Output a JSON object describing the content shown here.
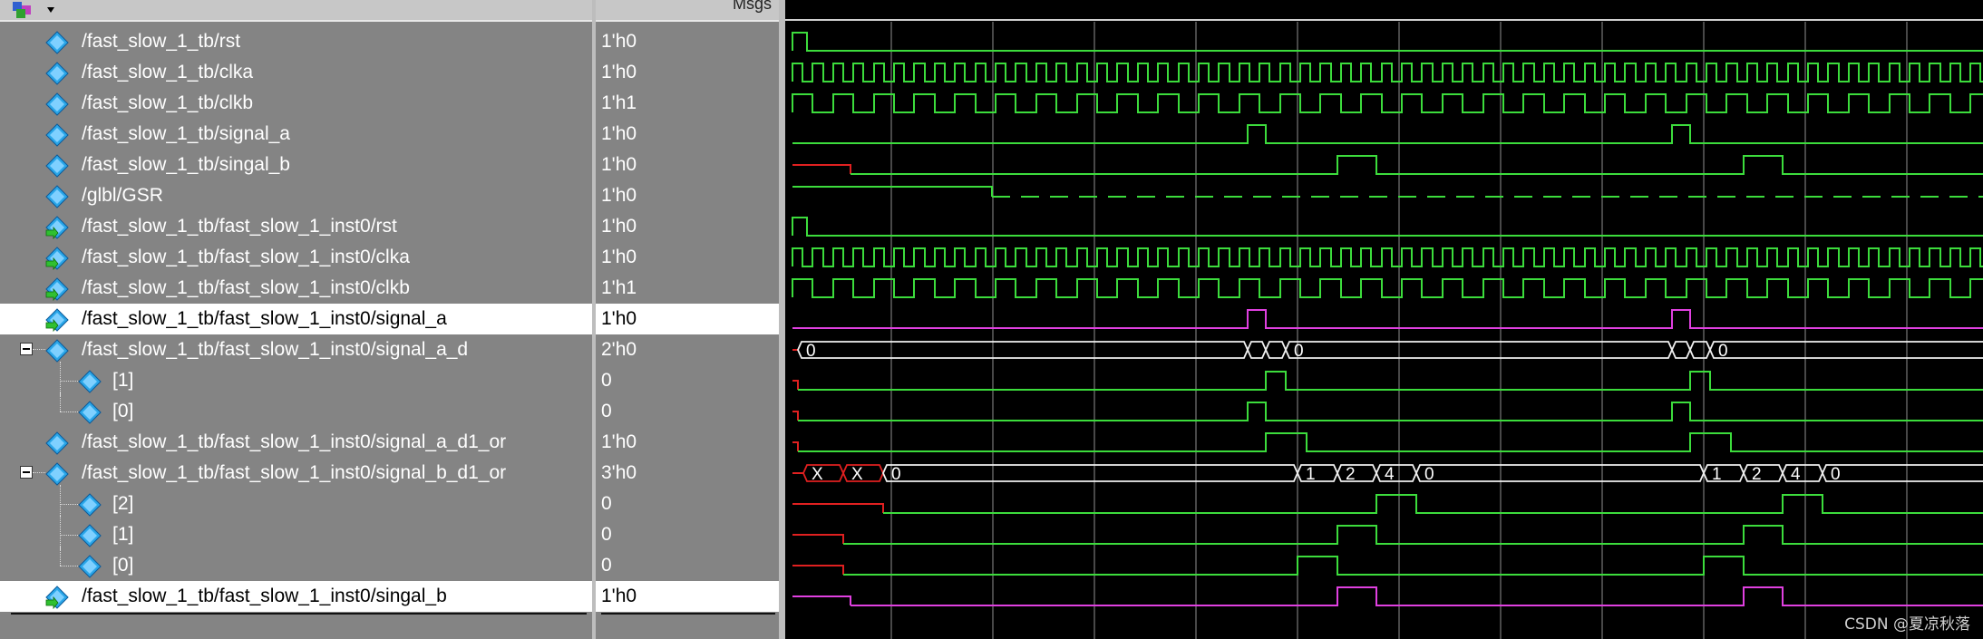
{
  "header": {
    "msgs_label": "Msgs"
  },
  "signals": [
    {
      "name": "/fast_slow_1_tb/rst",
      "value": "1'h0",
      "icon": "input-signal-icon"
    },
    {
      "name": "/fast_slow_1_tb/clka",
      "value": "1'h0",
      "icon": "input-signal-icon"
    },
    {
      "name": "/fast_slow_1_tb/clkb",
      "value": "1'h1",
      "icon": "input-signal-icon"
    },
    {
      "name": "/fast_slow_1_tb/signal_a",
      "value": "1'h0",
      "icon": "input-signal-icon"
    },
    {
      "name": "/fast_slow_1_tb/singal_b",
      "value": "1'h0",
      "icon": "input-signal-icon"
    },
    {
      "name": "/glbl/GSR",
      "value": "1'h0",
      "icon": "input-signal-icon"
    },
    {
      "name": "/fast_slow_1_tb/fast_slow_1_inst0/rst",
      "value": "1'h0",
      "icon": "port-in-icon"
    },
    {
      "name": "/fast_slow_1_tb/fast_slow_1_inst0/clka",
      "value": "1'h0",
      "icon": "port-in-icon"
    },
    {
      "name": "/fast_slow_1_tb/fast_slow_1_inst0/clkb",
      "value": "1'h1",
      "icon": "port-in-icon"
    },
    {
      "name": "/fast_slow_1_tb/fast_slow_1_inst0/signal_a",
      "value": "1'h0",
      "icon": "port-out-icon",
      "selected": true
    },
    {
      "name": "/fast_slow_1_tb/fast_slow_1_inst0/signal_a_d",
      "value": "2'h0",
      "icon": "register-icon",
      "expanded": true
    },
    {
      "name": "[1]",
      "value": "0",
      "icon": "register-icon",
      "child": true
    },
    {
      "name": "[0]",
      "value": "0",
      "icon": "register-icon",
      "child": true,
      "last": true
    },
    {
      "name": "/fast_slow_1_tb/fast_slow_1_inst0/signal_a_d1_or",
      "value": "1'h0",
      "icon": "register-icon"
    },
    {
      "name": "/fast_slow_1_tb/fast_slow_1_inst0/signal_b_d1_or",
      "value": "3'h0",
      "icon": "register-icon",
      "expanded": true
    },
    {
      "name": "[2]",
      "value": "0",
      "icon": "register-icon",
      "child": true
    },
    {
      "name": "[1]",
      "value": "0",
      "icon": "register-icon",
      "child": true
    },
    {
      "name": "[0]",
      "value": "0",
      "icon": "register-icon",
      "child": true,
      "last": true
    },
    {
      "name": "/fast_slow_1_tb/fast_slow_1_inst0/singal_b",
      "value": "1'h0",
      "icon": "port-out-icon",
      "selected": true
    }
  ],
  "bus_labels": {
    "signal_a_d": [
      "0",
      "0",
      "0"
    ],
    "signal_b_d1_or": [
      "X",
      "X",
      "0",
      "1",
      "2",
      "4",
      "0",
      "1",
      "2",
      "4",
      "0"
    ]
  },
  "colors": {
    "wave_green": "#3cdc3c",
    "wave_magenta": "#e040e0",
    "wave_red": "#e02020",
    "grid": "#606060",
    "x_box": "#e02020"
  },
  "watermark": "CSDN @夏凉秋落"
}
